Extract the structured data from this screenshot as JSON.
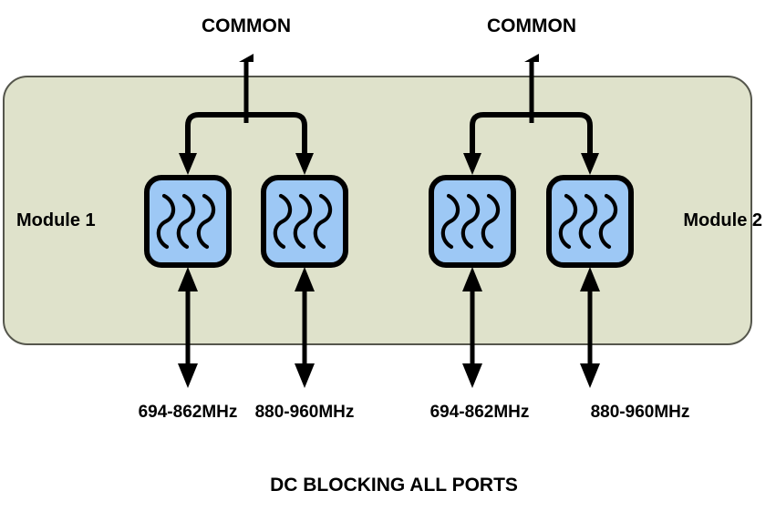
{
  "diagram": {
    "title_footer": "DC BLOCKING ALL PORTS",
    "enclosure": {
      "name": "chassis-enclosure",
      "fill": "#dfe2cb",
      "stroke": "#4a4a44"
    },
    "colors": {
      "filter_fill": "#9dc8f5",
      "filter_stroke": "#000000",
      "line": "#000000",
      "background": "#ffffff",
      "enclosure_fill": "#dfe2cb",
      "text": "#000000"
    },
    "modules": [
      {
        "label": "Module 1",
        "label_side": "left",
        "common_label": "COMMON",
        "filters": [
          {
            "icon": "filter-coil-icon",
            "port_label": "694-862MHz"
          },
          {
            "icon": "filter-coil-icon",
            "port_label": "880-960MHz"
          }
        ]
      },
      {
        "label": "Module 2",
        "label_side": "right",
        "common_label": "COMMON",
        "filters": [
          {
            "icon": "filter-coil-icon",
            "port_label": "694-862MHz"
          },
          {
            "icon": "filter-coil-icon",
            "port_label": "880-960MHz"
          }
        ]
      }
    ]
  }
}
